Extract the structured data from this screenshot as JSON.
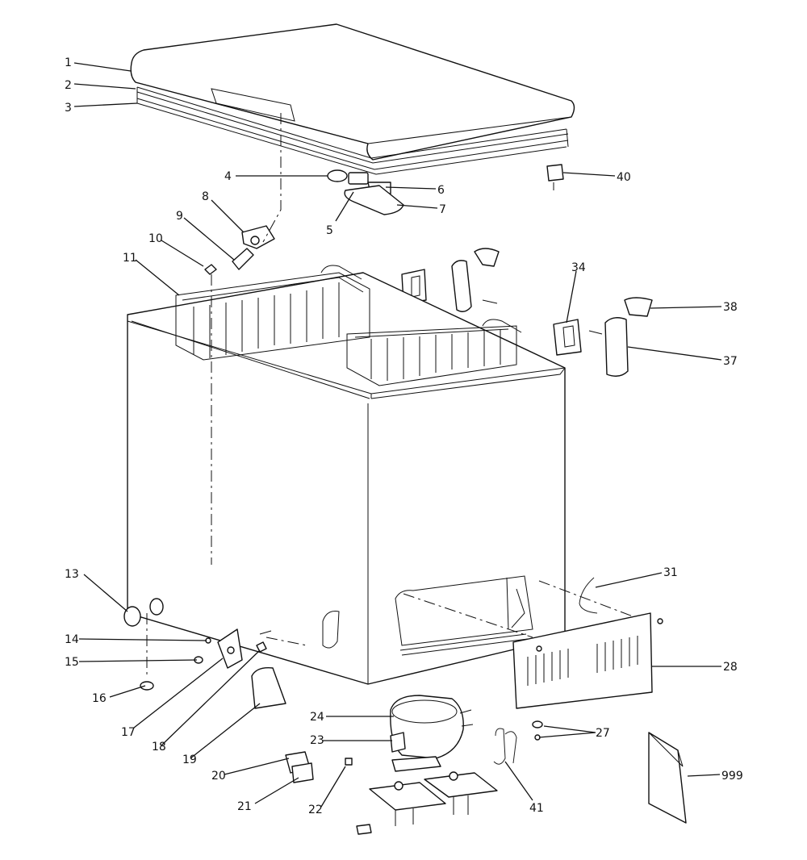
{
  "callouts": [
    "1",
    "2",
    "3",
    "4",
    "5",
    "6",
    "7",
    "8",
    "9",
    "10",
    "11",
    "13",
    "14",
    "15",
    "16",
    "17",
    "18",
    "19",
    "20",
    "21",
    "22",
    "23",
    "24",
    "27",
    "28",
    "31",
    "34",
    "37",
    "38",
    "40",
    "41",
    "999"
  ]
}
